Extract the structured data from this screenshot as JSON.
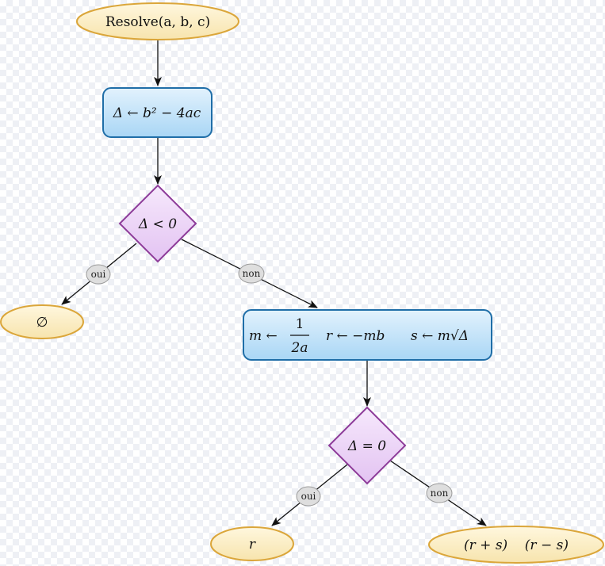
{
  "nodes": {
    "start": "Resolve(a, b, c)",
    "delta_assign": "Δ ← b² − 4ac",
    "cond_neg": "Δ < 0",
    "empty_set": "∅",
    "compute": {
      "m": "m ← ",
      "m_num": "1",
      "m_den": "2a",
      "r": "r ← −mb",
      "s": "s ← m√Δ"
    },
    "cond_zero": "Δ = 0",
    "single_root": "r",
    "two_roots": "(r + s)    (r − s)"
  },
  "edge_labels": {
    "yes_1": "oui",
    "no_1": "non",
    "yes_2": "oui",
    "no_2": "non"
  },
  "colors": {
    "ellipse_fill": "#fcefc7",
    "ellipse_stroke": "#dba63a",
    "box_fill": "#bfe1f7",
    "box_stroke": "#1f6ea8",
    "diamond_fill": "#efd5f8",
    "diamond_stroke": "#8e3c9a",
    "label_fill": "#dedede",
    "label_stroke": "#9a9a9a"
  }
}
